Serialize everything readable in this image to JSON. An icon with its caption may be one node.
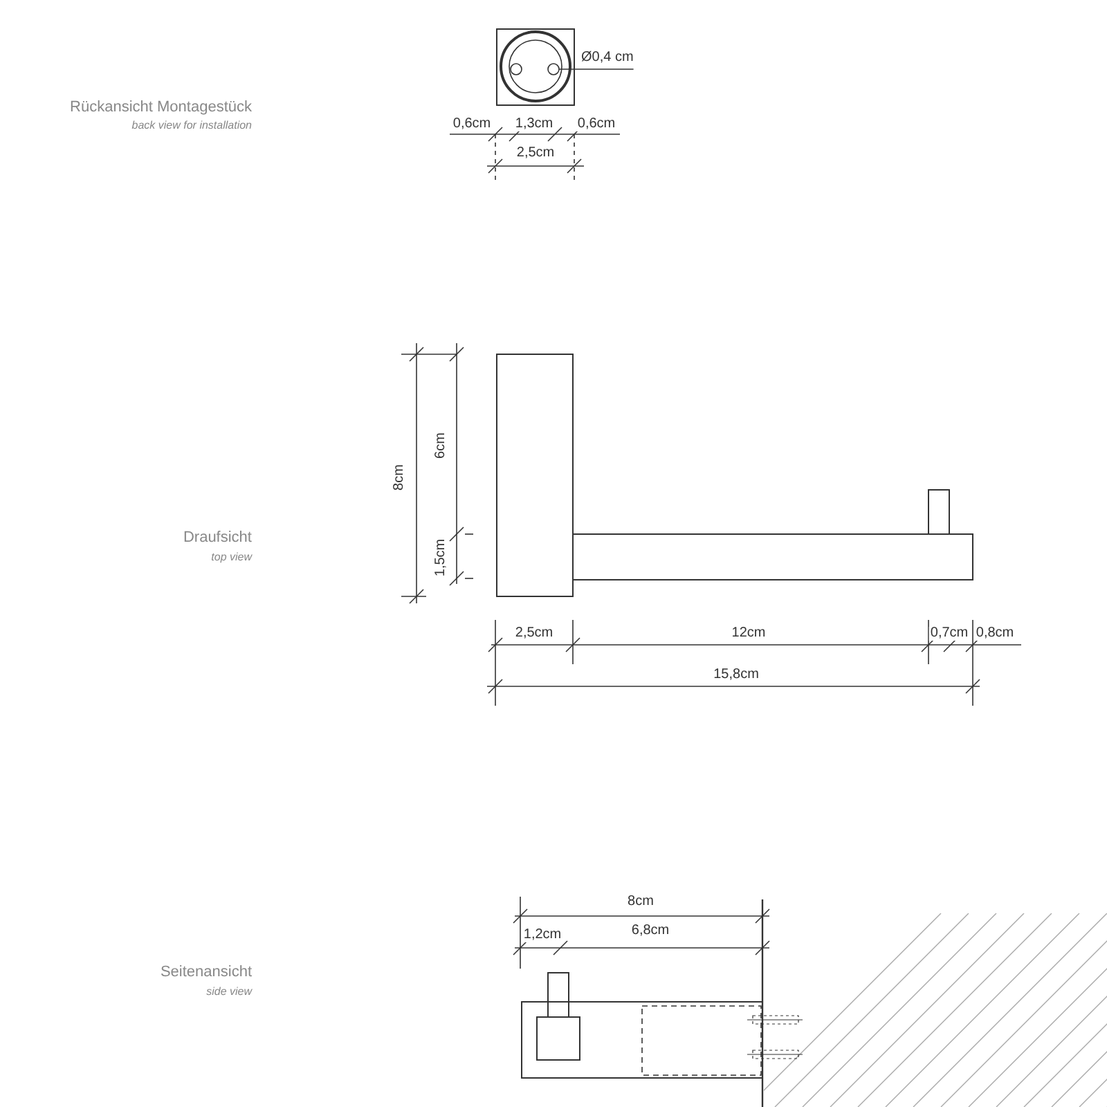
{
  "diagram": {
    "nodes": [
      {
        "text": [
          "Ø0,4 cm"
        ]
      },
      {
        "text": [],
        "shape": "circle"
      }
    ],
    "edges": [
      {
        "from": 0,
        "to": 1,
        "arrow": "none"
      }
    ],
    "labels": [
      "Rückansicht Montagestück",
      "back view for installation",
      "0,6cm",
      "1,3cm",
      "0,6cm",
      "2,5cm",
      "8cm",
      "6cm",
      "Draufsicht",
      "top view",
      "1,5cm",
      "2,5cm",
      "12cm",
      "0,7cm",
      "0,8cm",
      "15,8cm",
      "8cm",
      "1,2cm",
      "6,8cm",
      "Seitenansicht",
      "side view"
    ]
  }
}
